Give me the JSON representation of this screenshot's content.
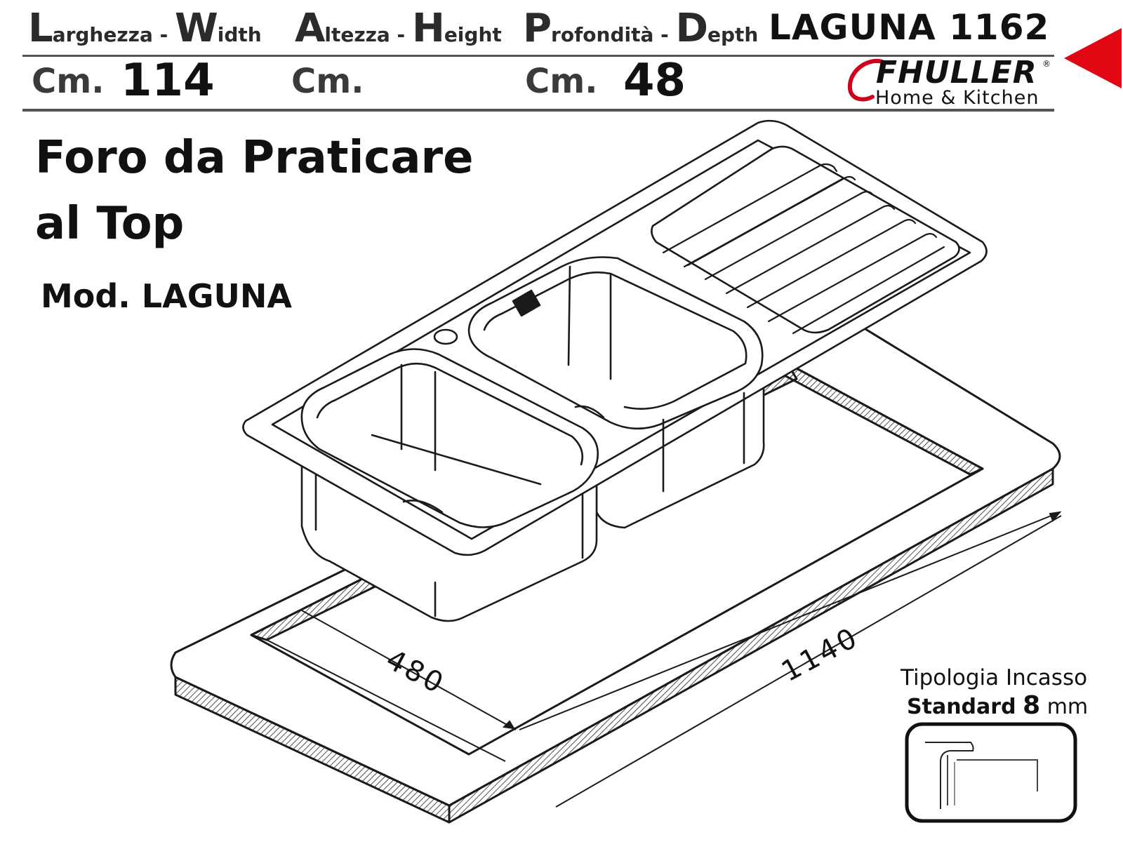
{
  "header": {
    "width": {
      "initial": "L",
      "rest": "arghezza",
      "sep": " - ",
      "initial_en": "W",
      "rest_en": "idth"
    },
    "height": {
      "initial": "A",
      "rest": "ltezza",
      "sep": " - ",
      "initial_en": "H",
      "rest_en": "eight"
    },
    "depth": {
      "initial": "P",
      "rest": "rofondità",
      "sep": " - ",
      "initial_en": "D",
      "rest_en": "epth"
    },
    "model_title": "LAGUNA 1162",
    "unit": "Cm.",
    "width_value": "114",
    "height_value": "",
    "depth_value": "48"
  },
  "brand": {
    "name": "FHULLER",
    "registered": "®",
    "tagline": "Home & Kitchen"
  },
  "title": {
    "line1": "Foro da Praticare",
    "line2": "al Top",
    "model": "Mod. LAGUNA"
  },
  "drawing": {
    "dimension_depth": "480",
    "dimension_width": "1140"
  },
  "legend": {
    "title": "Tipologia Incasso",
    "standard_label": "Standard",
    "standard_value": "8",
    "standard_unit": "mm"
  },
  "colors": {
    "marker": "#e30613",
    "line": "#222222"
  },
  "icons": {
    "marker": "red-triangle-icon",
    "brand_logo": "brand-swoosh-icon"
  }
}
